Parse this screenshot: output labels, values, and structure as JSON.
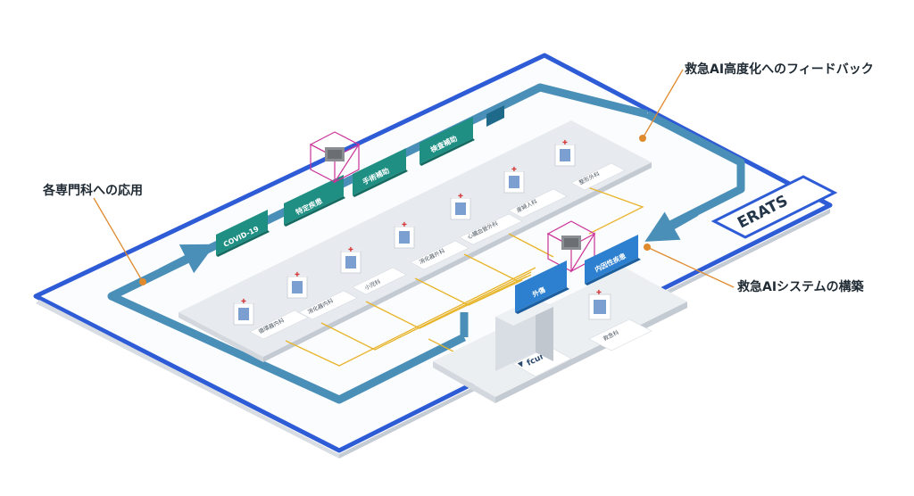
{
  "callouts": {
    "feedback": "救急AI高度化へのフィードバック",
    "application": "各専門科への応用",
    "system_build": "救急AIシステムの構築"
  },
  "erats_label": "ERATS",
  "categories": [
    {
      "label": "COVID-19"
    },
    {
      "label": "特定疾患"
    },
    {
      "label": "手術補助"
    },
    {
      "label": "検査補助"
    }
  ],
  "departments": [
    {
      "label": "循環器内科"
    },
    {
      "label": "消化器内科"
    },
    {
      "label": "小児科"
    },
    {
      "label": "消化器外科"
    },
    {
      "label": "心臓血管外科"
    },
    {
      "label": "産婦人科"
    },
    {
      "label": "整形外科"
    }
  ],
  "buildings": {
    "gaisho": "外傷",
    "naiin": "内因性疾患",
    "kyukyu": "救急科"
  },
  "brand": "fcuro",
  "colors": {
    "outer_border": "#2e5bd6",
    "loop": "#4a8fb8",
    "category_panel": "#1f8f83",
    "building_blue": "#2d80cf",
    "connector": "#e8b42a",
    "callout_line": "#e08a2e",
    "ai_box": "#cc3399"
  },
  "icons": [
    "hospital-icon",
    "ai-chip-icon",
    "arrow-icon",
    "fcuro-logo"
  ]
}
